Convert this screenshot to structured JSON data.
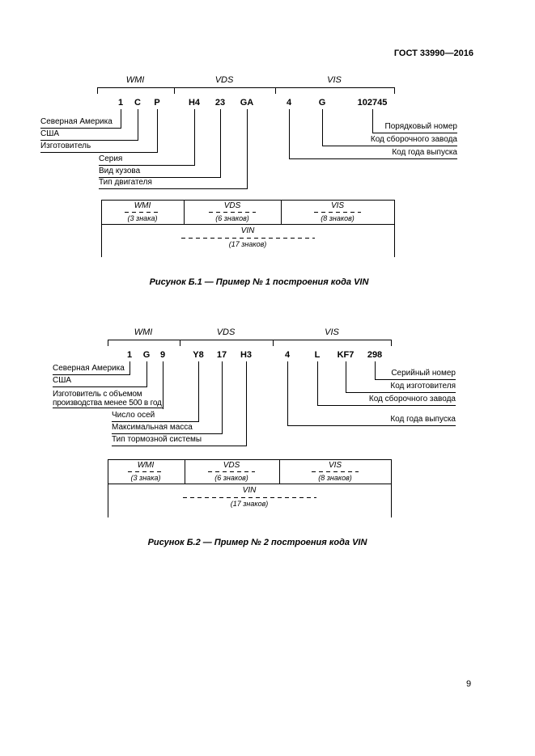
{
  "header": {
    "standard": "ГОСТ 33990—2016"
  },
  "figure1": {
    "sections": [
      "WMI",
      "VDS",
      "VIS"
    ],
    "codes": [
      "1",
      "C",
      "P",
      "H4",
      "23",
      "GA",
      "4",
      "G",
      "102745"
    ],
    "left_labels": [
      "Северная Америка",
      "США",
      "Изготовитель",
      "Серия",
      "Вид кузова",
      "Тип двигателя"
    ],
    "right_labels": [
      "Порядковый номер",
      "Код сборочного завода",
      "Код года выпуска"
    ],
    "table": {
      "cells": [
        {
          "name": "WMI",
          "count": "(3 знака)"
        },
        {
          "name": "VDS",
          "count": "(6 знаков)"
        },
        {
          "name": "VIS",
          "count": "(8 знаков)"
        }
      ],
      "vin": {
        "name": "VIN",
        "count": "(17 знаков)"
      }
    },
    "caption": "Рисунок Б.1 — Пример № 1 построения кода VIN"
  },
  "figure2": {
    "sections": [
      "WMI",
      "VDS",
      "VIS"
    ],
    "codes": [
      "1",
      "G",
      "9",
      "Y8",
      "17",
      "H3",
      "4",
      "L",
      "KF7",
      "298"
    ],
    "left_labels": [
      "Северная Америка",
      "США",
      "Изготовитель с объемом производства менее 500 в год",
      "Число осей",
      "Максимальная масса",
      "Тип тормозной системы"
    ],
    "right_labels": [
      "Серийный номер",
      "Код изготовителя",
      "Код сборочного завода",
      "Код года выпуска"
    ],
    "table": {
      "cells": [
        {
          "name": "WMI",
          "count": "(3 знака)"
        },
        {
          "name": "VDS",
          "count": "(6 знаков)"
        },
        {
          "name": "VIS",
          "count": "(8 знаков)"
        }
      ],
      "vin": {
        "name": "VIN",
        "count": "(17 знаков)"
      }
    },
    "caption": "Рисунок Б.2 — Пример № 2 построения кода VIN"
  },
  "footer": {
    "page_number": "9"
  }
}
